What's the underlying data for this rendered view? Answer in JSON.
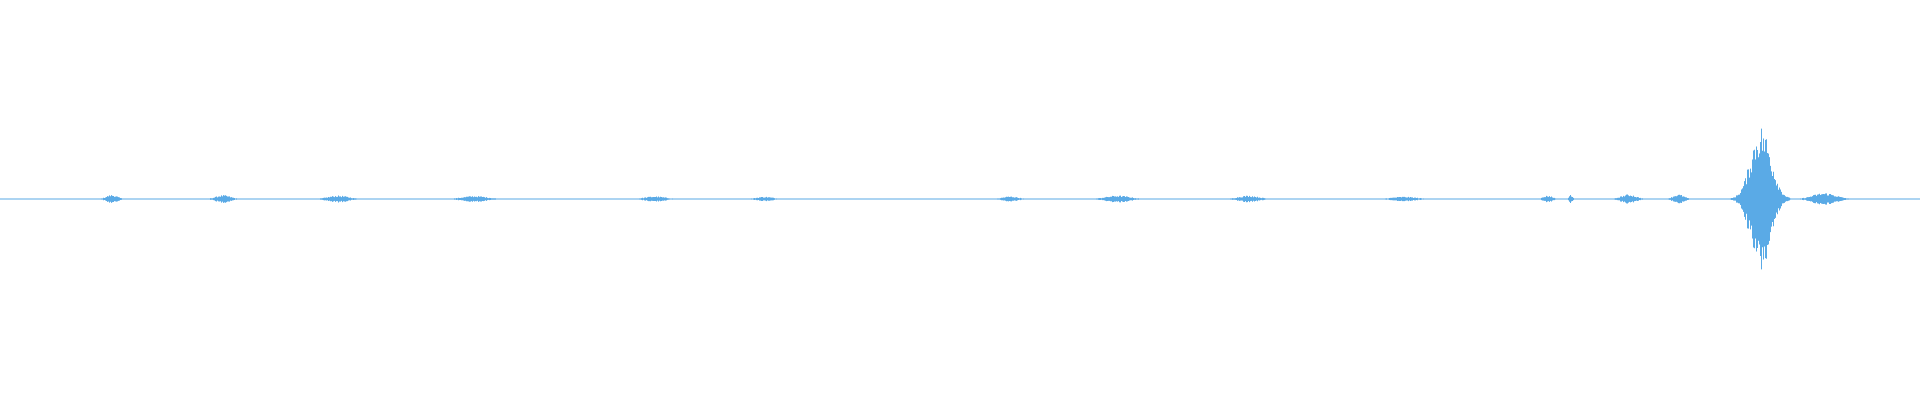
{
  "waveform": {
    "color": "#5aaae6",
    "background": "#ffffff",
    "bursts": [
      {
        "position": 0.058,
        "width": 0.012,
        "amplitude": 0.055
      },
      {
        "position": 0.116,
        "width": 0.016,
        "amplitude": 0.05
      },
      {
        "position": 0.176,
        "width": 0.022,
        "amplitude": 0.045
      },
      {
        "position": 0.247,
        "width": 0.027,
        "amplitude": 0.04
      },
      {
        "position": 0.341,
        "width": 0.022,
        "amplitude": 0.035
      },
      {
        "position": 0.398,
        "width": 0.018,
        "amplitude": 0.03
      },
      {
        "position": 0.526,
        "width": 0.017,
        "amplitude": 0.035
      },
      {
        "position": 0.582,
        "width": 0.026,
        "amplitude": 0.045
      },
      {
        "position": 0.65,
        "width": 0.022,
        "amplitude": 0.045
      },
      {
        "position": 0.731,
        "width": 0.027,
        "amplitude": 0.03
      },
      {
        "position": 0.806,
        "width": 0.01,
        "amplitude": 0.045
      },
      {
        "position": 0.818,
        "width": 0.004,
        "amplitude": 0.055
      },
      {
        "position": 0.848,
        "width": 0.016,
        "amplitude": 0.06
      },
      {
        "position": 0.874,
        "width": 0.012,
        "amplitude": 0.06
      },
      {
        "position": 0.917,
        "width": 0.022,
        "amplitude": 0.95
      },
      {
        "position": 0.95,
        "width": 0.025,
        "amplitude": 0.08
      }
    ],
    "noise_floor": 0.006
  }
}
